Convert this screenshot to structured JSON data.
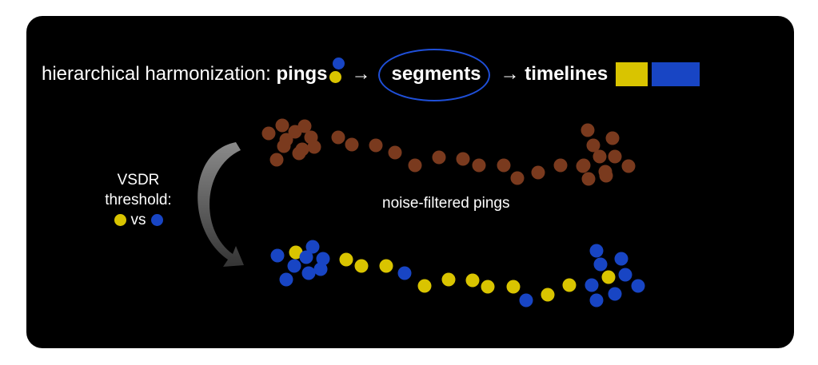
{
  "header": {
    "prefix": "hierarchical harmonization:",
    "pings": "pings",
    "arrow1": "→",
    "segments": "segments",
    "arrow2": "→",
    "timelines": "timelines"
  },
  "threshold": {
    "line1": "VSDR",
    "line2": "threshold:",
    "vs": "vs"
  },
  "noise_label": "noise-filtered pings",
  "colors": {
    "background": "#000000",
    "ping_brown": "#7a3a1e",
    "yellow": "#d9c400",
    "blue": "#1845c4",
    "ellipse": "#1f4fd8",
    "arrow": "#6e6e6e"
  },
  "icons": [
    "curved-arrow-icon",
    "ellipse-highlight"
  ]
}
